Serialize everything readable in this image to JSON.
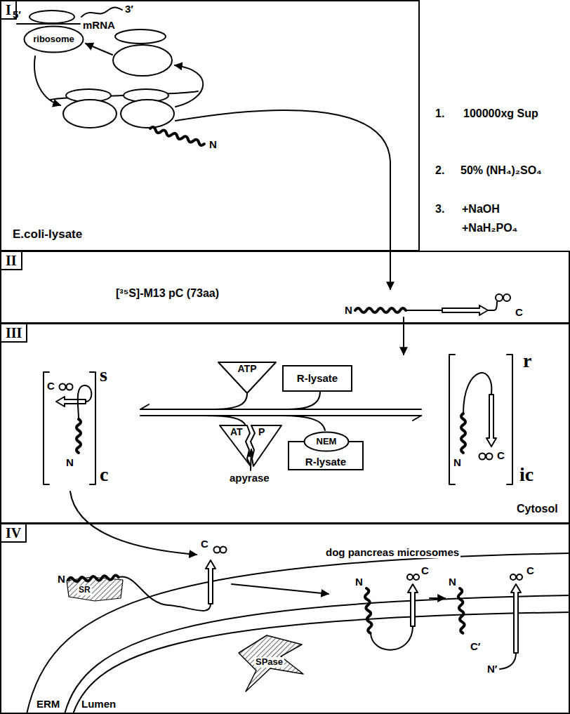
{
  "diagram": {
    "nodes": [
      {
        "text": [
          "I",
          "E.coli-lysate"
        ]
      },
      {
        "text": [
          "ribosome"
        ],
        "in": 0
      },
      {
        "text": [
          "II",
          "[³⁵S]-M13 pC (73aa)"
        ]
      },
      {
        "text": [
          "III",
          "Cytosol"
        ]
      },
      {
        "text": [
          "ATP"
        ],
        "in": 3
      },
      {
        "text": [
          "R-lysate"
        ],
        "in": 3
      },
      {
        "text": [
          "AT",
          "P"
        ],
        "in": 3
      },
      {
        "text": [
          "R-lysate"
        ],
        "in": 3
      },
      {
        "text": [
          "NEM"
        ],
        "in": 7
      },
      {
        "text": [
          "IV"
        ]
      }
    ],
    "labels": [
      "5′",
      "mRNA",
      "3′",
      "N",
      "1.",
      "100000xg Sup",
      "2.",
      "50% (NH₄)₂SO₄",
      "3.",
      "+NaOH",
      "+NaH₂PO₄",
      "N",
      "C",
      "C",
      "N",
      "s",
      "c",
      "N",
      "C",
      "r",
      "ic",
      "apyrase",
      "dog pancreas microsomes",
      "C",
      "N",
      "SR",
      "N",
      "C",
      "N",
      "C",
      "C′",
      "N′",
      "SPase",
      "ERM",
      "Lumen"
    ]
  }
}
